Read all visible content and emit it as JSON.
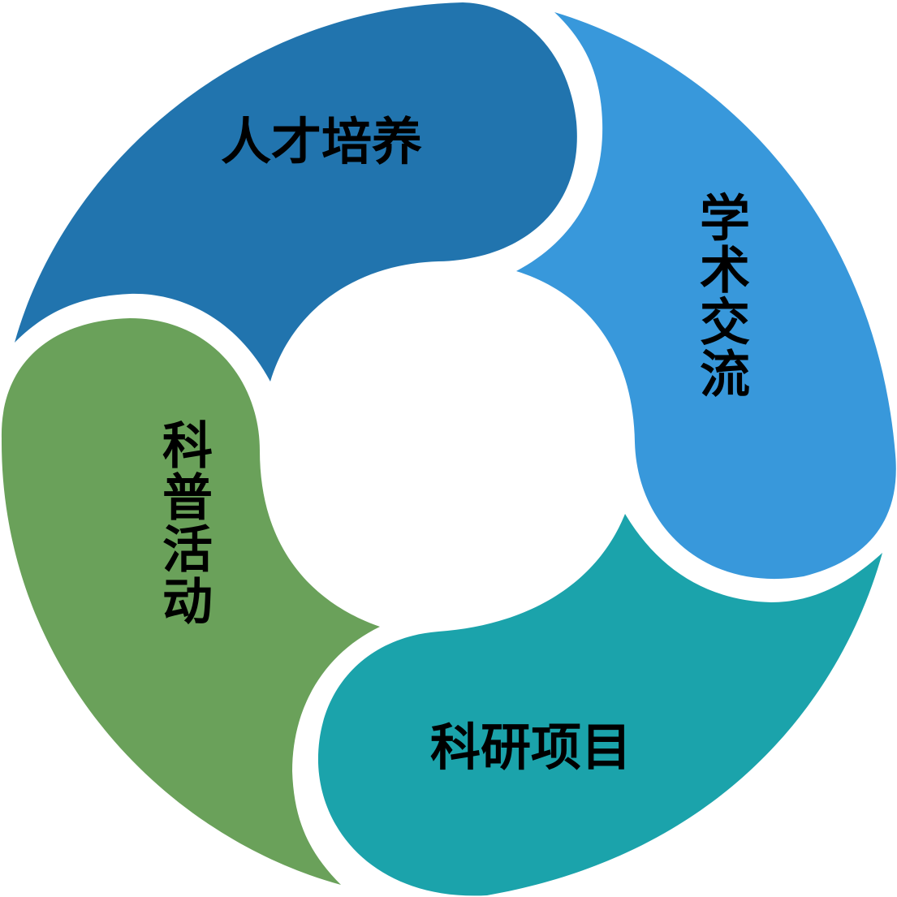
{
  "diagram": {
    "type": "cycle",
    "segments": [
      {
        "label": "人才培养",
        "color": "#2174ae"
      },
      {
        "label": "学术交流",
        "color": "#3898db"
      },
      {
        "label": "科研项目",
        "color": "#1ba3ab"
      },
      {
        "label": "科普活动",
        "color": "#6aa15a"
      }
    ]
  }
}
